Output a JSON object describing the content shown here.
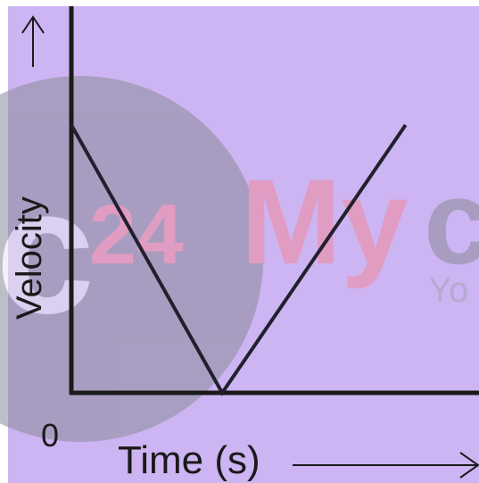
{
  "colors": {
    "background": "#cdb4f2",
    "axis": "#1a1a1a",
    "line": "#22202e",
    "watermark_circle": "#8a8c99",
    "watermark_text_red": "#f28a9c",
    "watermark_text_gray": "#a4a4b4"
  },
  "watermark": {
    "circle_text": "c",
    "number_text": "24",
    "brand_text": "My",
    "brand_tail": "c",
    "tagline": "Yo"
  },
  "chart_data": {
    "type": "line",
    "title": "",
    "xlabel": "Time (s)",
    "ylabel": "Velocity",
    "origin_label": "0",
    "x_arrow": "→",
    "y_arrow": "↑",
    "xlim": [
      0,
      10
    ],
    "ylim": [
      0,
      10
    ],
    "grid": false,
    "series": [
      {
        "x": [
          0,
          3.7,
          8.2
        ],
        "y": [
          10,
          0,
          10
        ]
      }
    ]
  }
}
